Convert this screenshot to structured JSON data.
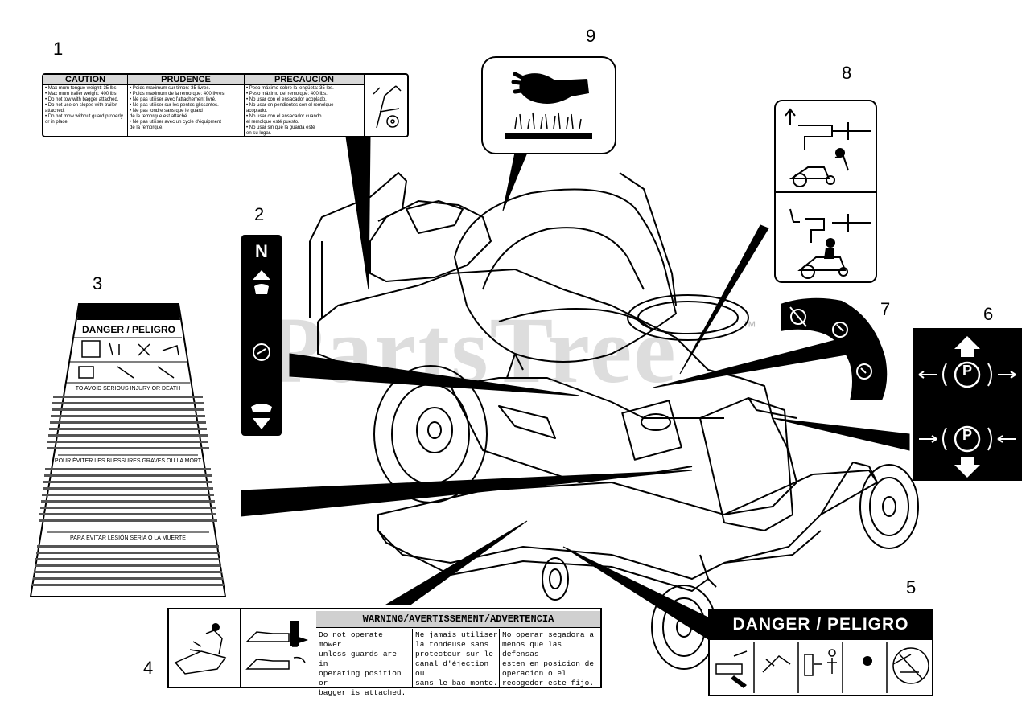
{
  "labels": {
    "l1": "1",
    "l2": "2",
    "l3": "3",
    "l4": "4",
    "l5": "5",
    "l6": "6",
    "l7": "7",
    "l8": "8",
    "l9": "9"
  },
  "watermark": "PartsTree",
  "trademark": "™",
  "decal1": {
    "caution": "CAUTION",
    "prudence": "PRUDENCE",
    "precaucion": "PRECAUCION",
    "c_lines": [
      "• Max mum tongue weight: 35 lbs.",
      "• Max mum trailer weight: 400 lbs.",
      "• Do not tow with bagger attached.",
      "• Do not use on slopes with trailer",
      "  attached.",
      "• Do not mow without guard properly",
      "  or in place."
    ],
    "p_lines": [
      "• Poids maximum sur timon: 35 livres.",
      "• Poids maximum de la remorque: 400 livres.",
      "• Ne pas utiliser avec l'attachement livré.",
      "• Ne pas utiliser sur les pentes glissantes.",
      "• Ne pas tondre sans que le guard",
      "  de la remorque est attaché.",
      "• Ne pas utiliser avec un cycle d'équipment",
      "  de la remorque."
    ],
    "s_lines": [
      "• Peso máximo sobre la lengüeta: 35 lbs.",
      "• Peso máximo del remolque: 400 lbs.",
      "• No usar con el ensacador acoplado.",
      "• No usar en pendientes con el remolque",
      "  acoplado.",
      "• No usar con el ensacador cuando",
      "  el remolque esté puesto.",
      "• No usar sin que la guarda esté",
      "  en su lugar."
    ]
  },
  "decal2": {
    "top": "N"
  },
  "decal3": {
    "title": "DANGER / PELIGRO",
    "avoid": "TO AVOID SERIOUS INJURY OR DEATH",
    "french": "POUR ÉVITER LES BLESSURES GRAVES OU LA MORT",
    "spanish": "PARA EVITAR LESIÓN SERIA O LA MUERTE"
  },
  "decal4": {
    "title": "WARNING/AVERTISSEMENT/ADVERTENCIA",
    "col1": [
      "Do not operate mower",
      "unless guards are in",
      "operating position or",
      "bagger is attached."
    ],
    "col2": [
      "Ne jamais utiliser",
      "la tondeuse sans",
      "protecteur sur le",
      "canal d'éjection ou",
      "sans le bac monte."
    ],
    "col3": [
      "No operar segadora a",
      "menos que las defensas",
      "esten en posicion de",
      "operacion o el",
      "recogedor este fijo."
    ]
  },
  "decal5": {
    "title": "DANGER / PELIGRO"
  },
  "decal6": {
    "p_upper": "P",
    "p_lower": "P"
  }
}
